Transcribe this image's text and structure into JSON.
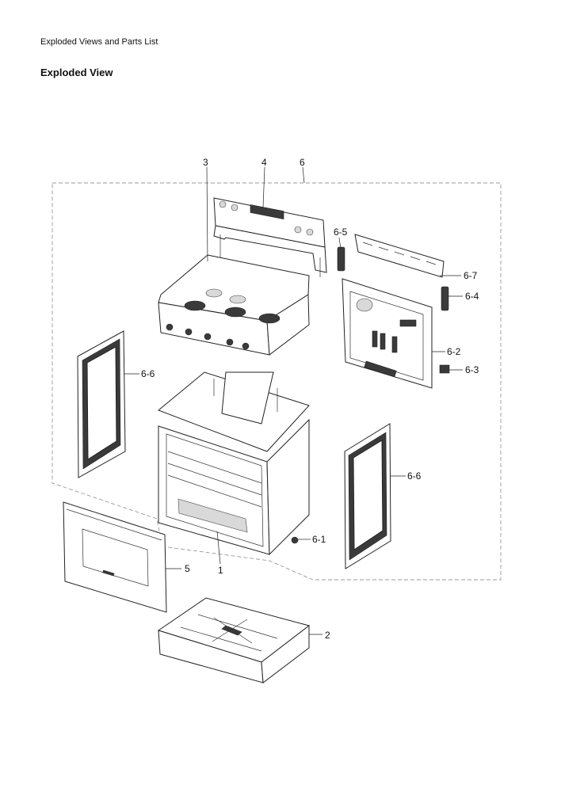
{
  "document": {
    "header": "Exploded Views and Parts List",
    "title": "Exploded View"
  },
  "callouts": {
    "c1": "1",
    "c2": "2",
    "c3": "3",
    "c4": "4",
    "c5": "5",
    "c6": "6",
    "c6_1": "6-1",
    "c6_2": "6-2",
    "c6_3": "6-3",
    "c6_4": "6-4",
    "c6_5": "6-5",
    "c6_6a": "6-6",
    "c6_6b": "6-6",
    "c6_7": "6-7"
  },
  "colors": {
    "line": "#222222",
    "dash_box": "#999999",
    "dark_fill": "#3a3a3a"
  }
}
